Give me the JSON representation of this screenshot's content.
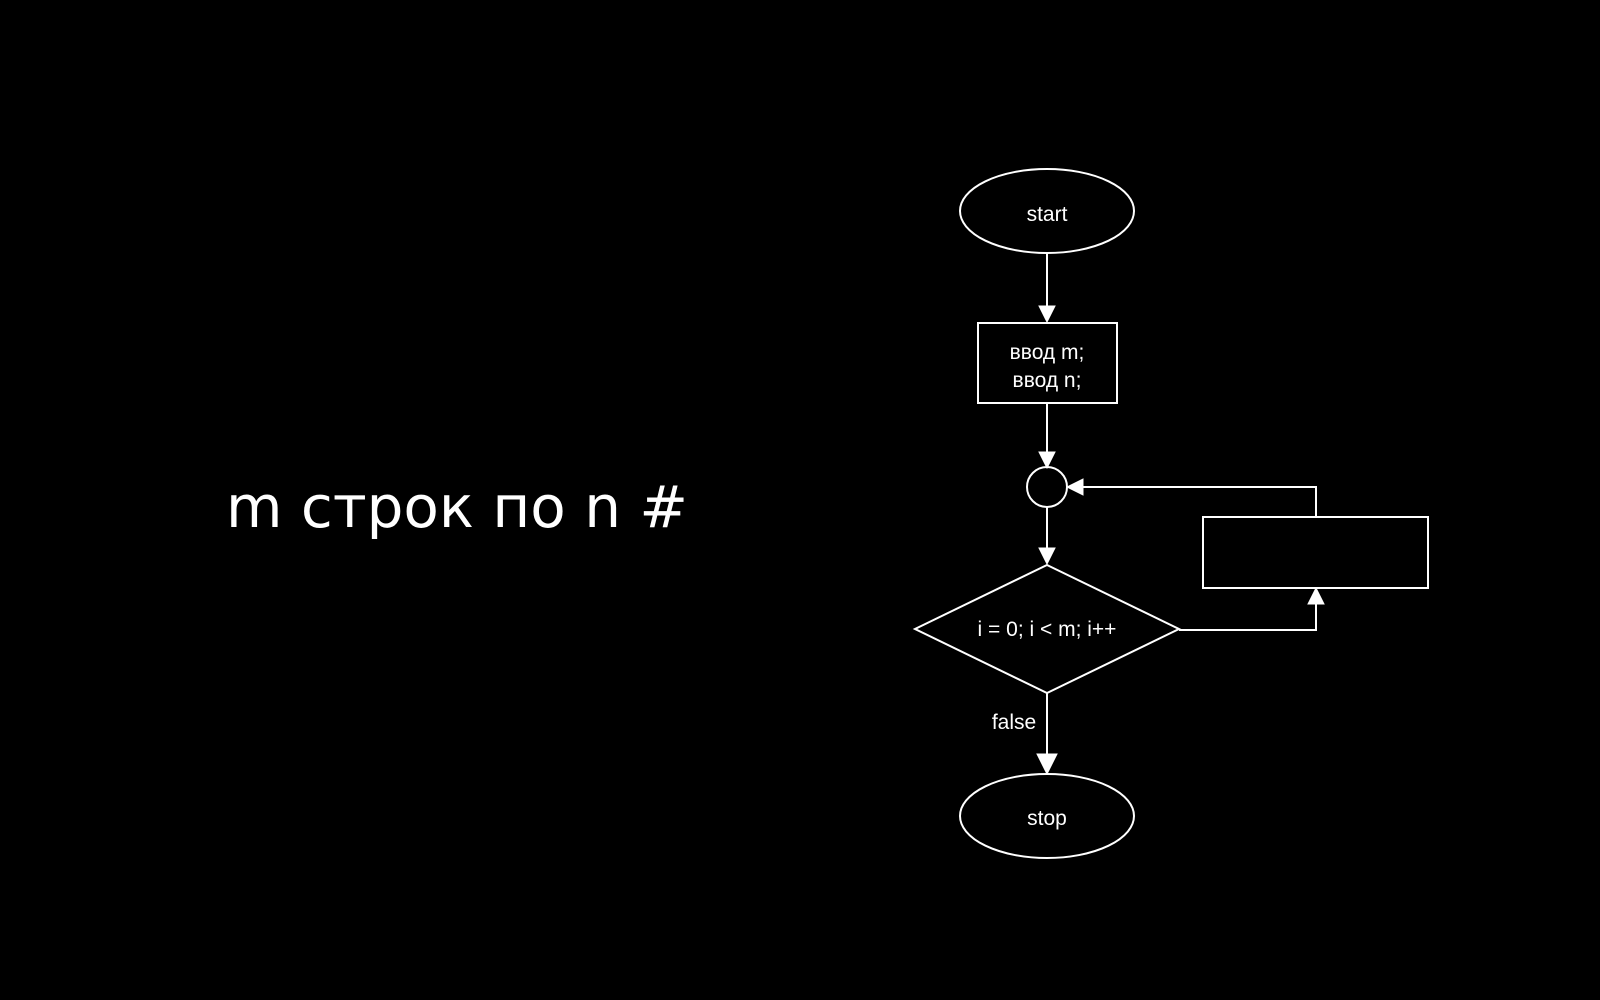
{
  "slide": {
    "title": "m строк по n #"
  },
  "flowchart": {
    "start_label": "start",
    "input_line1": "ввод m;",
    "input_line2": "ввод n;",
    "loop_condition": "i = 0; i < m; i++",
    "false_label": "false",
    "stop_label": "stop",
    "body_label": ""
  },
  "colors": {
    "background": "#000000",
    "foreground": "#ffffff"
  }
}
